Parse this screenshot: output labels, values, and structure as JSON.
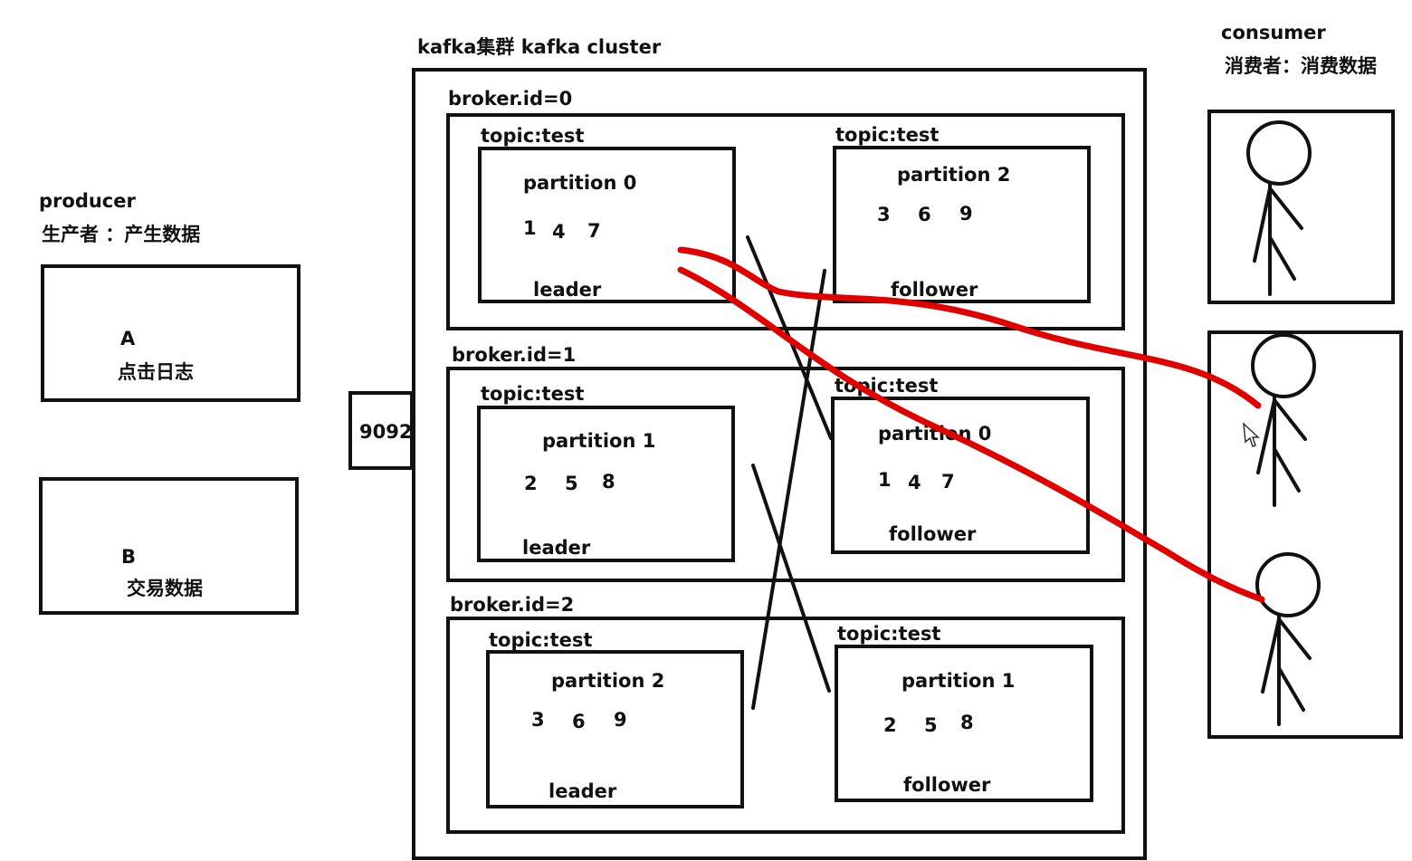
{
  "producer": {
    "title": "producer",
    "subtitle": "生产者 ：产生数据",
    "a_label": "A",
    "a_desc": "点击日志",
    "b_label": "B",
    "b_desc": "交易数据"
  },
  "port": "9092",
  "cluster": {
    "title": "kafka集群  kafka cluster",
    "brokers": [
      {
        "id_label": "broker.id=0",
        "left": {
          "topic": "topic:test",
          "partition": "partition 0",
          "nums": [
            "1",
            "4",
            "7"
          ],
          "role": "leader"
        },
        "right": {
          "topic": "topic:test",
          "partition": "partition 2",
          "nums": [
            "3",
            "6",
            "9"
          ],
          "role": "follower"
        }
      },
      {
        "id_label": "broker.id=1",
        "left": {
          "topic": "topic:test",
          "partition": "partition 1",
          "nums": [
            "2",
            "5",
            "8"
          ],
          "role": "leader"
        },
        "right": {
          "topic": "topic:test",
          "partition": "partition 0",
          "nums": [
            "1",
            "4",
            "7"
          ],
          "role": "follower"
        }
      },
      {
        "id_label": "broker.id=2",
        "left": {
          "topic": "topic:test",
          "partition": "partition 2",
          "nums": [
            "3",
            "6",
            "9"
          ],
          "role": "leader"
        },
        "right": {
          "topic": "topic:test",
          "partition": "partition 1",
          "nums": [
            "2",
            "5",
            "8"
          ],
          "role": "follower"
        }
      }
    ]
  },
  "consumer": {
    "title": "consumer",
    "subtitle": "消费者：消费数据"
  },
  "colors": {
    "ink": "#111111",
    "annotation": "#e00000"
  }
}
